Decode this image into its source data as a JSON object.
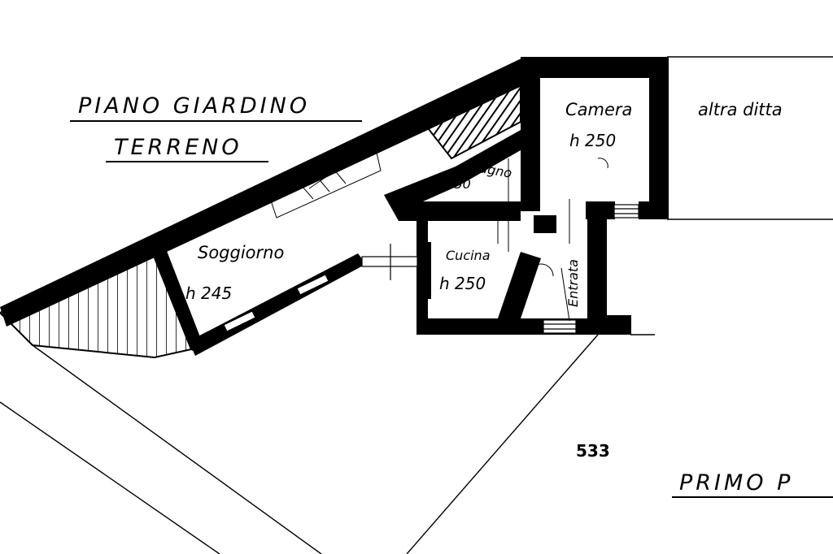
{
  "titles": {
    "main_line1": "PIANO GIARDINO",
    "main_line2": "TERRENO",
    "secondary": "PRIMO P"
  },
  "rooms": {
    "soggiorno": {
      "name": "Soggiorno",
      "height": "h 245"
    },
    "cucina": {
      "name": "Cucina",
      "height": "h 250"
    },
    "bagno": {
      "name": "Bagno",
      "height": "h 250"
    },
    "camera": {
      "name": "Camera",
      "height": "h 250"
    },
    "entrata": {
      "name": "Entrata"
    }
  },
  "annotations": {
    "neighbor": "altra ditta",
    "sheet_number": "533"
  }
}
